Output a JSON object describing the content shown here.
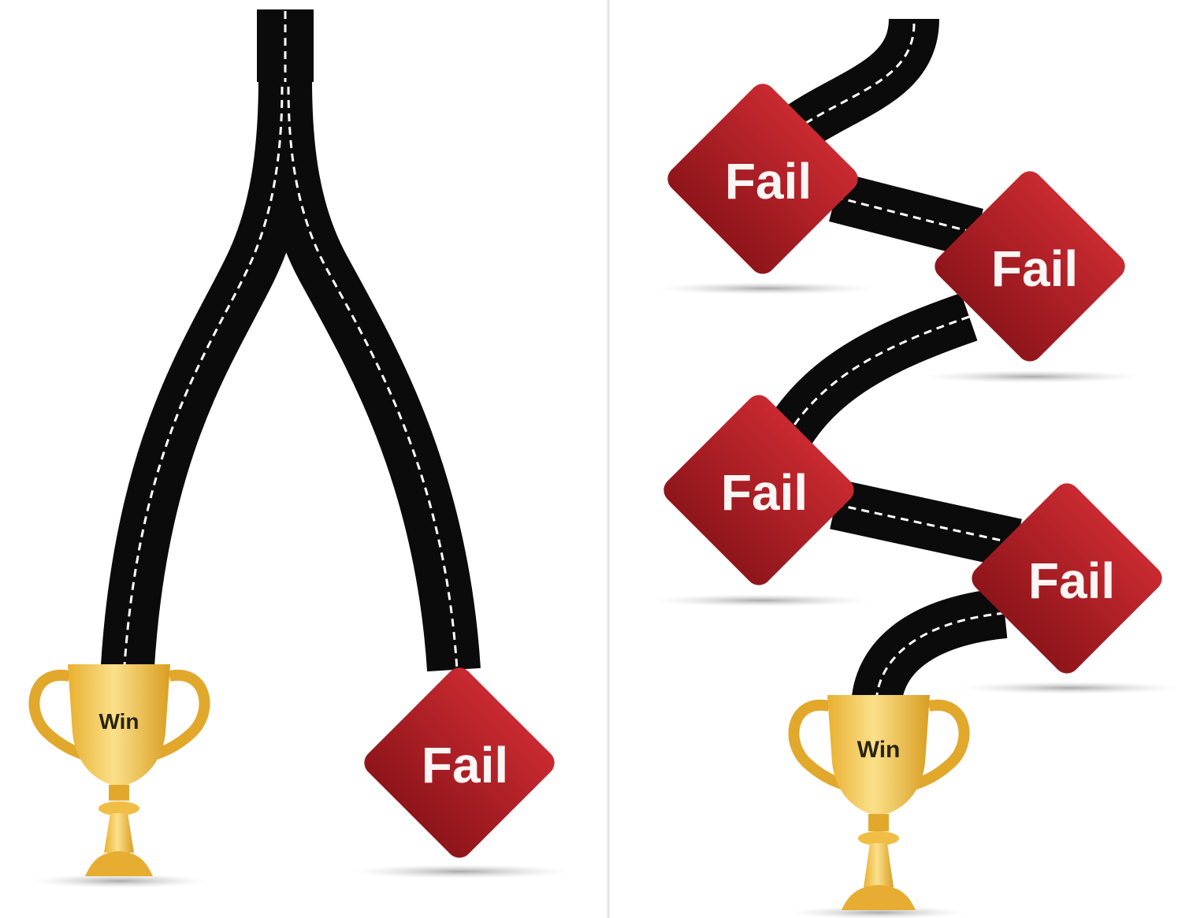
{
  "panels": [
    {
      "id": "left",
      "win_label": "Win",
      "fail_labels": [
        "Fail"
      ]
    },
    {
      "id": "right",
      "win_label": "Win",
      "fail_labels": [
        "Fail",
        "Fail",
        "Fail",
        "Fail"
      ]
    }
  ],
  "colors": {
    "background": "#ffffff",
    "road": "#0b0b0b",
    "road_marking": "#ffffff",
    "fail_sign": "#b21f25",
    "fail_sign_dark": "#8e151b",
    "fail_text": "#fbf5f4",
    "trophy_gold": "#f3c54a",
    "trophy_gold_dark": "#c9911c",
    "divider": "#e4e4e4",
    "shadow": "#c9c9c9"
  }
}
